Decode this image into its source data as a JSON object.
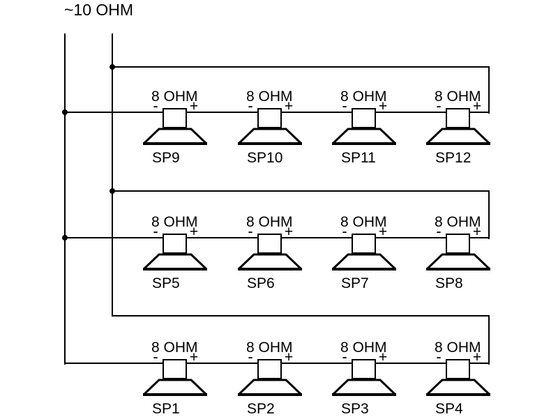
{
  "title": "~10 OHM",
  "terminals": {
    "negative": "-",
    "positive": "+"
  },
  "colors": {
    "line": "#000000",
    "background": "#ffffff"
  },
  "speakers": [
    {
      "name": "SP9",
      "impedance": "8 OHM"
    },
    {
      "name": "SP10",
      "impedance": "8 OHM"
    },
    {
      "name": "SP11",
      "impedance": "8 OHM"
    },
    {
      "name": "SP12",
      "impedance": "8 OHM"
    },
    {
      "name": "SP5",
      "impedance": "8 OHM"
    },
    {
      "name": "SP6",
      "impedance": "8 OHM"
    },
    {
      "name": "SP7",
      "impedance": "8 OHM"
    },
    {
      "name": "SP8",
      "impedance": "8 OHM"
    },
    {
      "name": "SP1",
      "impedance": "8 OHM"
    },
    {
      "name": "SP2",
      "impedance": "8 OHM"
    },
    {
      "name": "SP3",
      "impedance": "8 OHM"
    },
    {
      "name": "SP4",
      "impedance": "8 OHM"
    }
  ]
}
